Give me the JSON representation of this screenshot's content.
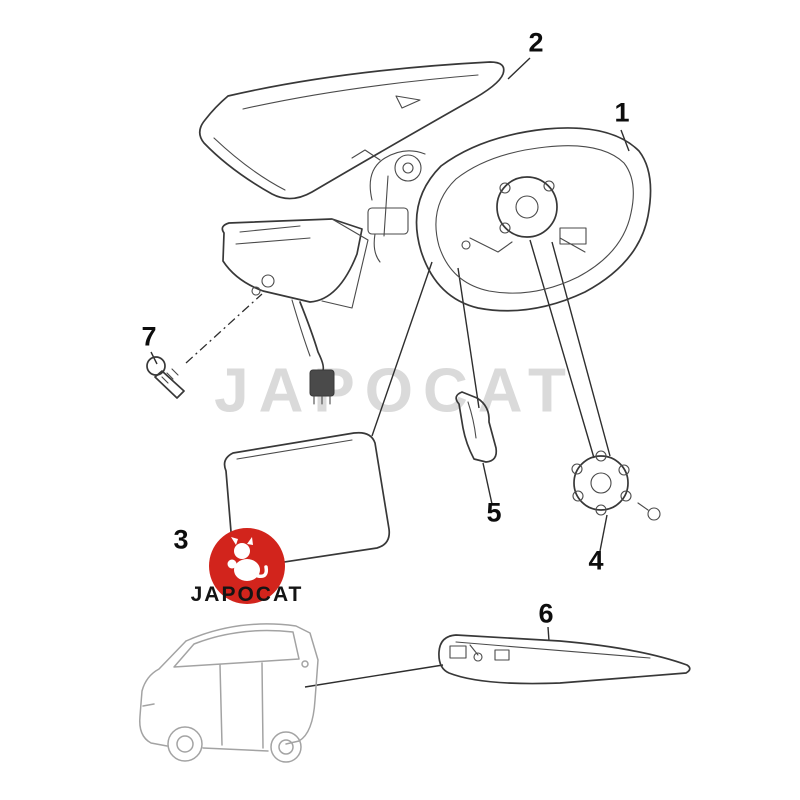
{
  "watermark": {
    "text": "JAPOCAT"
  },
  "logo": {
    "text": "JAPOCAT",
    "color": "#d2241c"
  },
  "parts": {
    "p1": {
      "label": "1"
    },
    "p2": {
      "label": "2"
    },
    "p3": {
      "label": "3"
    },
    "p4": {
      "label": "4"
    },
    "p5": {
      "label": "5"
    },
    "p6": {
      "label": "6"
    },
    "p7": {
      "label": "7"
    }
  }
}
